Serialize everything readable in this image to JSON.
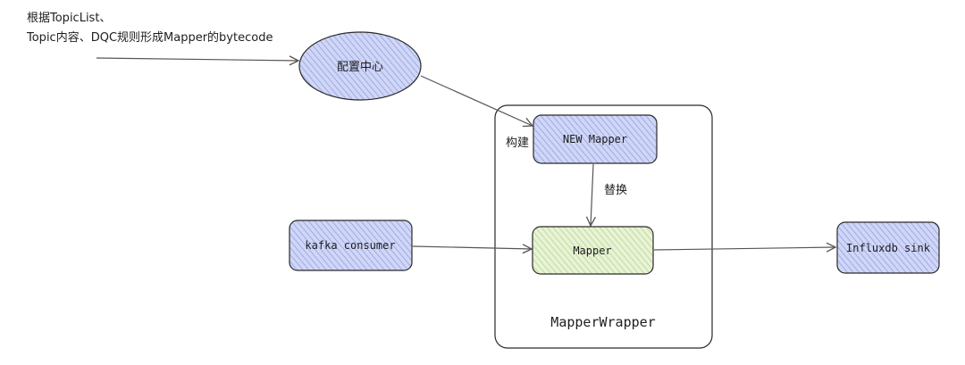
{
  "note": {
    "line1": "根据TopicList、",
    "line2": "Topic内容、DQC规则形成Mapper的bytecode"
  },
  "nodes": {
    "config_center": "配置中心",
    "new_mapper": "NEW Mapper",
    "mapper": "Mapper",
    "kafka_consumer": "kafka consumer",
    "influxdb_sink": "Influxdb sink",
    "wrapper": "MapperWrapper"
  },
  "edge_labels": {
    "build": "构建",
    "replace": "替换"
  },
  "colors": {
    "blue_fill": "#d0d6f6",
    "blue_hatch": "#6b7fd6",
    "green_fill": "#e6f2d2",
    "green_hatch": "#8fbf5a",
    "stroke": "#1e1e1e",
    "arrow": "#555555"
  }
}
